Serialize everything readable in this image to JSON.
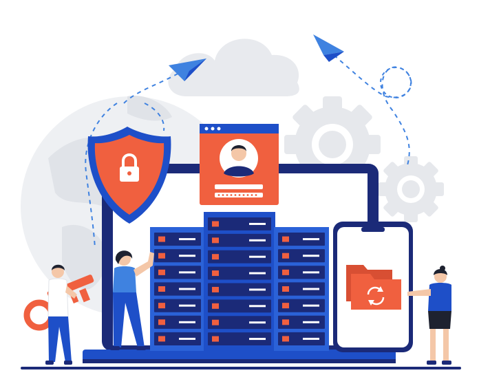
{
  "scene": {
    "type": "flat-vector-illustration",
    "subject": "data-security-and-cloud-backup",
    "elements": [
      "cloud-icon",
      "paper-plane-icon",
      "globe-icon",
      "gear-icon",
      "shield-lock-icon",
      "profile-card-icon",
      "server-rack-icon",
      "laptop-icon",
      "smartphone-icon",
      "folder-sync-icon",
      "key-icon",
      "person-with-key",
      "person-touching-server",
      "person-touching-phone"
    ]
  },
  "colors": {
    "navy": "#1b2a78",
    "blue": "#1e4fc8",
    "blue_mid": "#2b62d8",
    "coral": "#f0603f",
    "coral_dark": "#d84f33",
    "grey_light": "#e8eaee",
    "grey_mid": "#d7dade",
    "dash": "#3f82e0",
    "skin": "#f4c7a8",
    "hair": "#1e2230",
    "white": "#ffffff"
  }
}
